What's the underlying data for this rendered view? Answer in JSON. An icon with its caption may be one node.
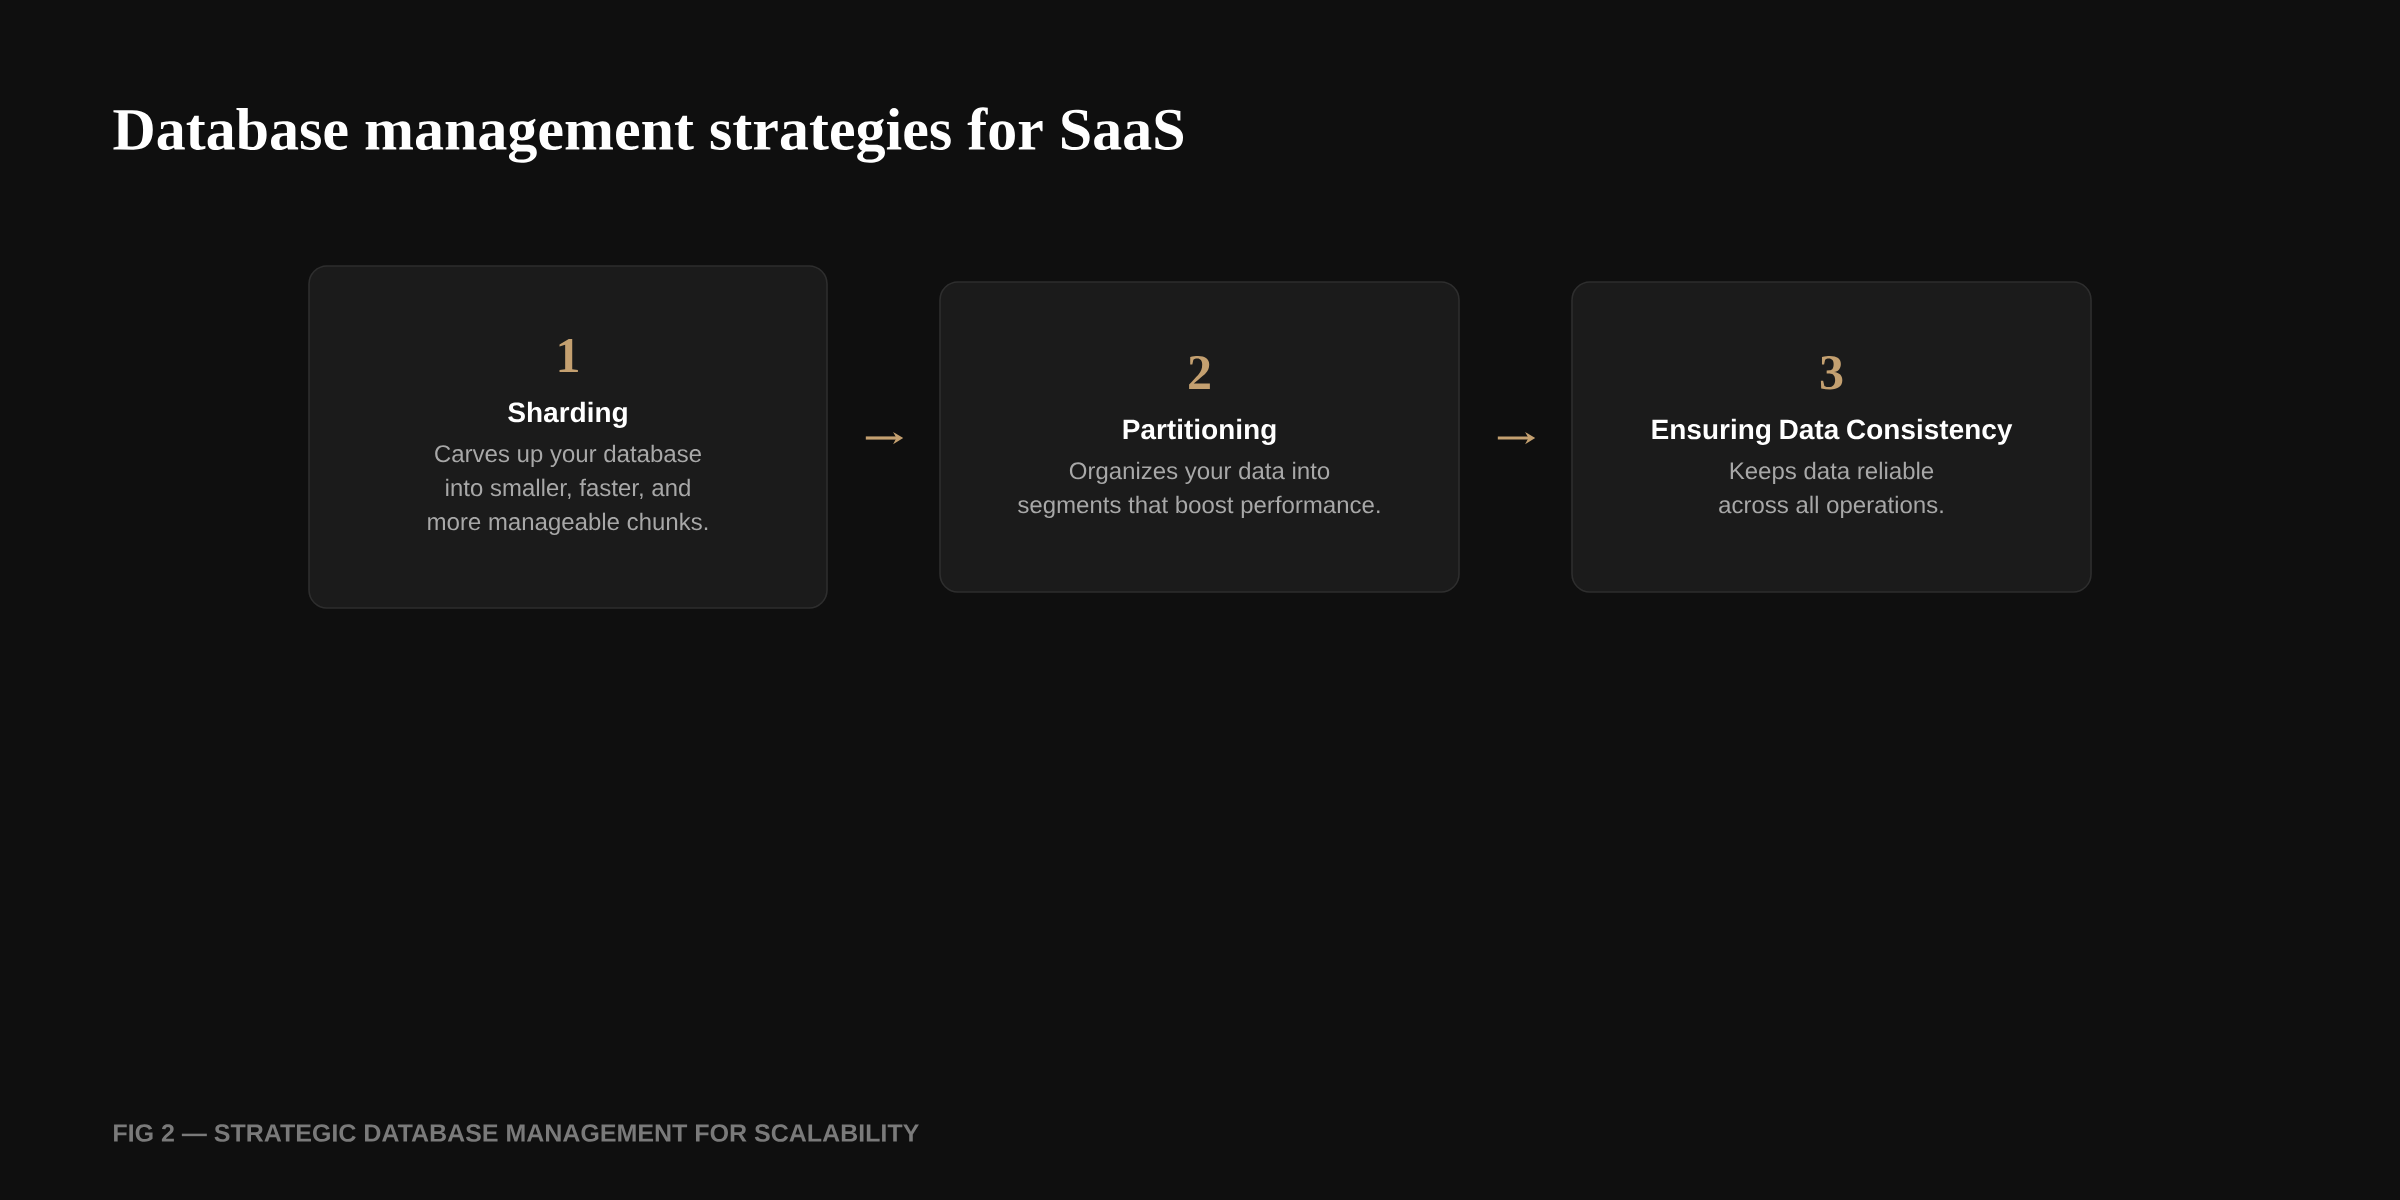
{
  "diagram": {
    "title": "Database management strategies for SaaS",
    "caption": "FIG 2 — STRATEGIC DATABASE MANAGEMENT FOR SCALABILITY",
    "nodes": [
      {
        "text": [
          "1",
          "Sharding",
          "Carves up your database into smaller, faster, and more manageable chunks."
        ]
      },
      {
        "text": [
          "2",
          "Partitioning",
          "Organizes your data into segments that boost performance."
        ]
      },
      {
        "text": [
          "3",
          "Ensuring Data Consistency",
          "Keeps data reliable across all operations."
        ]
      }
    ],
    "edges": [
      {
        "from": 0,
        "to": 1,
        "arrow": "to"
      },
      {
        "from": 1,
        "to": 2,
        "arrow": "to"
      }
    ]
  }
}
